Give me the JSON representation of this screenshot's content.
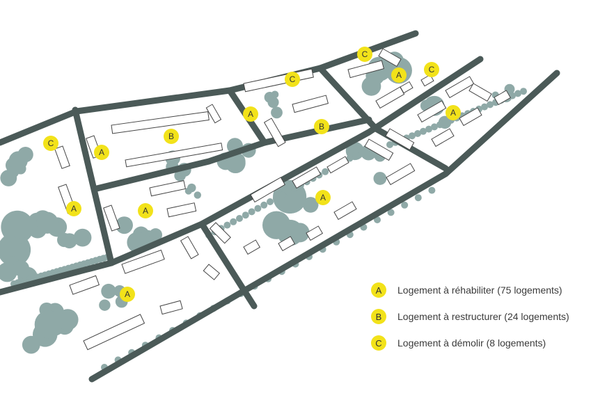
{
  "colors": {
    "road": "#4b5a58",
    "tree": "#8fa9a7",
    "marker": "#f2e21a",
    "building_stroke": "#444444"
  },
  "markers": [
    "C",
    "A",
    "B",
    "A",
    "A",
    "A",
    "C",
    "A",
    "B",
    "C",
    "A",
    "C",
    "A",
    "A"
  ],
  "legend": [
    {
      "letter": "A",
      "label": "Logement à réhabiliter (75 logements)"
    },
    {
      "letter": "B",
      "label": "Logement à restructurer (24 logements)"
    },
    {
      "letter": "C",
      "label": "Logement à démolir (8 logements)"
    }
  ]
}
